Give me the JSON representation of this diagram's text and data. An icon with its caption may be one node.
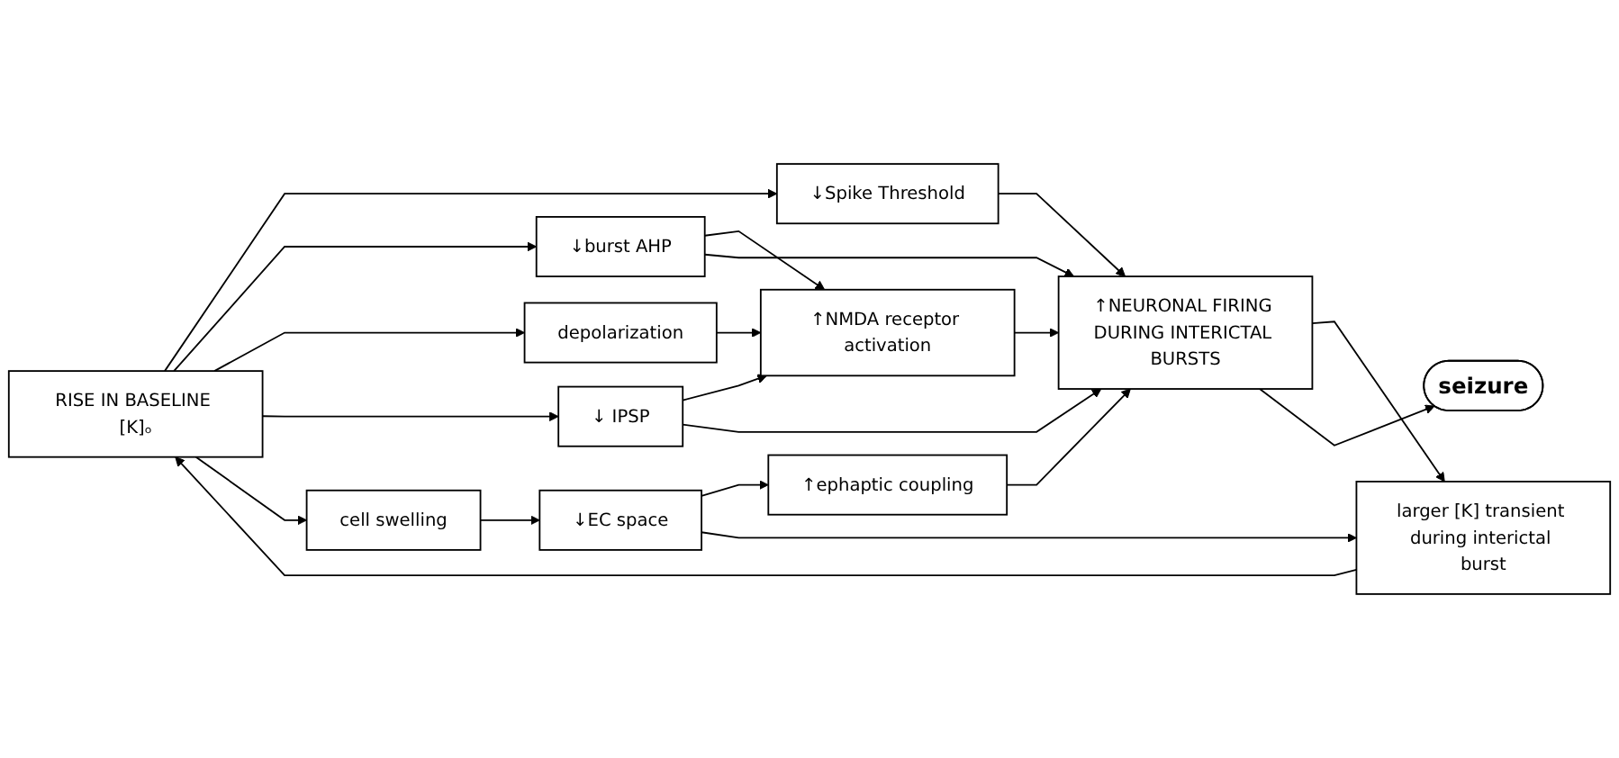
{
  "diagram": {
    "nodes": [
      {
        "text": [
          "RISE IN BASELINE [K]ₒ"
        ]
      },
      {
        "text": [
          "↓Spike Threshold"
        ]
      },
      {
        "text": [
          "↓burst AHP"
        ]
      },
      {
        "text": [
          "depolarization"
        ]
      },
      {
        "text": [
          "↑NMDA receptor activation"
        ]
      },
      {
        "text": [
          "↓ IPSP"
        ]
      },
      {
        "text": [
          "cell swelling"
        ]
      },
      {
        "text": [
          "↓EC space"
        ]
      },
      {
        "text": [
          "↑ephaptic coupling"
        ]
      },
      {
        "text": [
          "↑NEURONAL FIRING DURING INTERICTAL BURSTS"
        ]
      },
      {
        "text": [
          "larger [K] transient during interictal burst"
        ]
      },
      {
        "text": [
          "seizure"
        ]
      }
    ],
    "edges": [
      {
        "from": 0,
        "to": 1,
        "arrow": "to"
      },
      {
        "from": 0,
        "to": 2,
        "arrow": "to"
      },
      {
        "from": 0,
        "to": 3,
        "arrow": "to"
      },
      {
        "from": 0,
        "to": 5,
        "arrow": "to"
      },
      {
        "from": 0,
        "to": 6,
        "arrow": "to"
      },
      {
        "from": 2,
        "to": 4,
        "arrow": "to"
      },
      {
        "from": 3,
        "to": 4,
        "arrow": "to"
      },
      {
        "from": 5,
        "to": 4,
        "arrow": "to"
      },
      {
        "from": 1,
        "to": 9,
        "arrow": "to"
      },
      {
        "from": 2,
        "to": 9,
        "arrow": "to"
      },
      {
        "from": 5,
        "to": 9,
        "arrow": "to"
      },
      {
        "from": 8,
        "to": 9,
        "arrow": "to"
      },
      {
        "from": 4,
        "to": 9,
        "arrow": "to"
      },
      {
        "from": 6,
        "to": 7,
        "arrow": "to"
      },
      {
        "from": 7,
        "to": 8,
        "arrow": "to"
      },
      {
        "from": 7,
        "to": 10,
        "arrow": "to"
      },
      {
        "from": 9,
        "to": 10,
        "arrow": "to"
      },
      {
        "from": 9,
        "to": 11,
        "arrow": "to"
      },
      {
        "from": 10,
        "to": 0,
        "arrow": "to"
      }
    ]
  }
}
